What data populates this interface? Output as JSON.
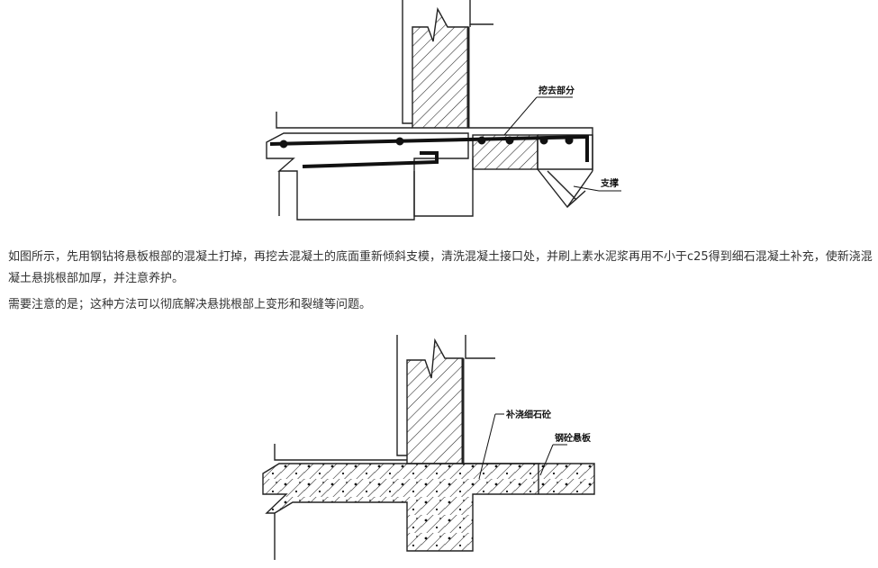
{
  "figure_top": {
    "label_excavated": "挖去部分",
    "label_support": "支撑"
  },
  "paragraph_1": "如图所示，先用钢钻将悬板根部的混凝土打掉，再挖去混凝土的底面重新倾斜支模，清洗混凝土接口处，并刷上素水泥浆再用不小于c25得到细石混凝土补充，使新浇混凝土悬挑根部加厚，并注意养护。",
  "paragraph_2": "需要注意的是；这种方法可以彻底解决悬挑根部上变形和裂缝等问题。",
  "figure_bottom": {
    "label_new_concrete": "补浇细石砼",
    "label_slab": "钢砼悬板"
  }
}
